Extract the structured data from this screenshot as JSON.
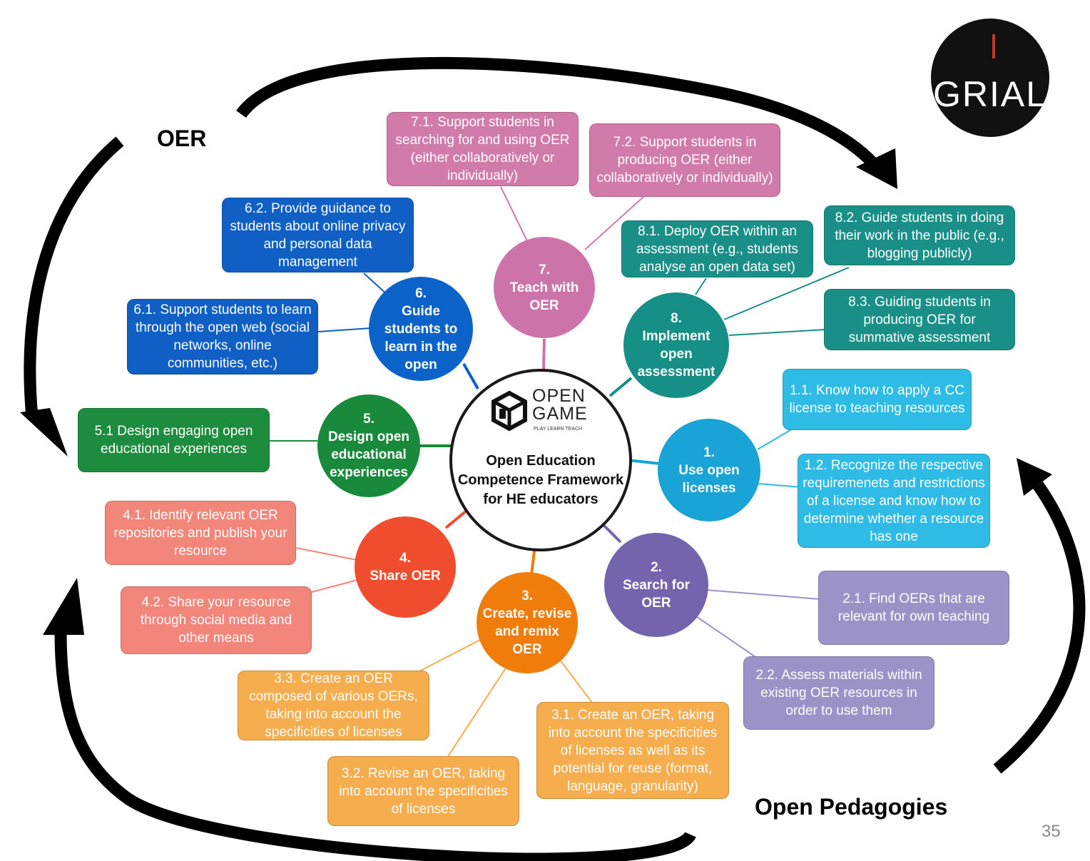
{
  "labels": {
    "oer": "OER",
    "open_pedagogies": "Open Pedagogies",
    "page_number": "35"
  },
  "logos": {
    "grial": "GRIAL",
    "open_game": "OPEN GAME",
    "open_game_tagline": "PLAY LEARN TEACH"
  },
  "center": {
    "title": "Open Education Competence Framework for HE educators"
  },
  "colors": {
    "c1": "#19a3d6",
    "c2": "#7464ad",
    "c3": "#f07c0b",
    "c4": "#f04d2f",
    "c5": "#198a3c",
    "c6": "#0b63c9",
    "c7": "#cc74a9",
    "c8": "#168f86",
    "b1": "#2ebbe6",
    "b2": "#9b93c7",
    "b3": "#f5ad4e",
    "b4": "#f2867a",
    "b5": "#1d8c3e",
    "b6": "#0f5fc4",
    "b7": "#d17bab",
    "b8": "#1a8f88"
  },
  "areas": [
    {
      "id": "1",
      "label": "1.\nUse open\nlicenses"
    },
    {
      "id": "2",
      "label": "2.\nSearch for\nOER"
    },
    {
      "id": "3",
      "label": "3.\nCreate, revise\nand remix\nOER"
    },
    {
      "id": "4",
      "label": "4.\nShare OER"
    },
    {
      "id": "5",
      "label": "5.\nDesign open\neducational\nexperiences"
    },
    {
      "id": "6",
      "label": "6.\nGuide\nstudents to\nlearn in the\nopen"
    },
    {
      "id": "7",
      "label": "7.\nTeach with\nOER"
    },
    {
      "id": "8",
      "label": "8.\nImplement\nopen\nassessment"
    }
  ],
  "competences": [
    {
      "id": "1.1",
      "text": "1.1. Know how to apply a CC license to teaching resources"
    },
    {
      "id": "1.2",
      "text": "1.2. Recognize the respective requiremenets and restrictions of a license and know how to determine whether a resource has one"
    },
    {
      "id": "2.1",
      "text": "2.1. Find OERs that are relevant for own teaching"
    },
    {
      "id": "2.2",
      "text": "2.2. Assess materials within existing OER resources in order to use them"
    },
    {
      "id": "3.1",
      "text": "3.1. Create an OER, taking into account the specificities of licenses as well as its potential for reuse (format, language, granularity)"
    },
    {
      "id": "3.2",
      "text": "3.2. Revise an OER, taking into account the specificities of licenses"
    },
    {
      "id": "3.3",
      "text": "3.3. Create an OER composed of various OERs, taking into account the specificities of licenses"
    },
    {
      "id": "4.1",
      "text": "4.1. Identify relevant OER repositories and publish your resource"
    },
    {
      "id": "4.2",
      "text": "4.2. Share your resource through social media and other means"
    },
    {
      "id": "5.1",
      "text": "5.1 Design engaging open educational experiences"
    },
    {
      "id": "6.1",
      "text": "6.1. Support students to learn through the open web (social networks, online communities, etc.)"
    },
    {
      "id": "6.2",
      "text": "6.2. Provide guidance to students about online privacy and personal data management"
    },
    {
      "id": "7.1",
      "text": "7.1. Support students in searching for and using OER (either collaboratively or individually)"
    },
    {
      "id": "7.2",
      "text": "7.2. Support students in producing OER (either collaboratively or individually)"
    },
    {
      "id": "8.1",
      "text": "8.1. Deploy OER within an assessment (e.g., students analyse an open data set)"
    },
    {
      "id": "8.2",
      "text": "8.2. Guide students in doing their work in the public (e.g., blogging publicly)"
    },
    {
      "id": "8.3",
      "text": "8.3. Guiding students in producing OER for summative assessment"
    }
  ]
}
